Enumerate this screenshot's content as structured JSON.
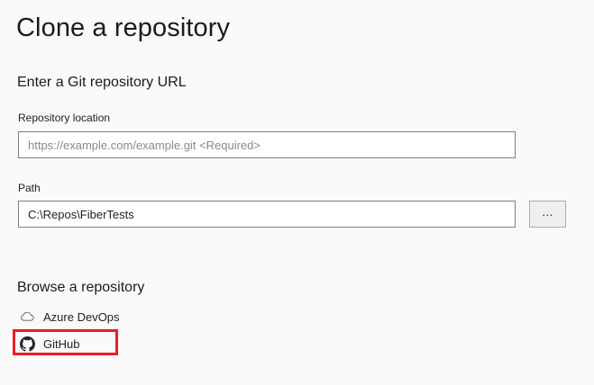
{
  "dialog": {
    "title": "Clone a repository"
  },
  "url_section": {
    "heading": "Enter a Git repository URL",
    "repo_location": {
      "label": "Repository location",
      "placeholder": "https://example.com/example.git <Required>",
      "value": ""
    },
    "path": {
      "label": "Path",
      "value": "C:\\Repos\\FiberTests",
      "browse_button_label": "..."
    }
  },
  "browse_section": {
    "heading": "Browse a repository",
    "providers": [
      {
        "label": "Azure DevOps",
        "icon": "cloud-icon",
        "highlighted": false
      },
      {
        "label": "GitHub",
        "icon": "github-icon",
        "highlighted": true
      }
    ]
  },
  "annotation": {
    "highlight_color": "#ec1c24"
  },
  "colors": {
    "background": "#fafafa",
    "input_background": "#ffffff",
    "input_border": "#7a7f8c",
    "button_background": "#efeff0",
    "button_border": "#acacac",
    "text": "#1e1e1e",
    "placeholder_text": "#868a90"
  }
}
